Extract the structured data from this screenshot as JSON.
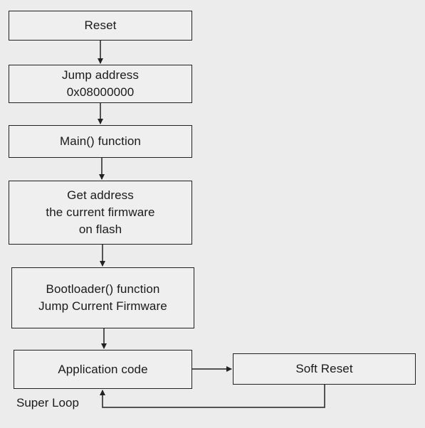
{
  "nodes": {
    "reset": {
      "lines": [
        "Reset"
      ]
    },
    "jump_address": {
      "lines": [
        "Jump address",
        "0x08000000"
      ]
    },
    "main_function": {
      "lines": [
        "Main() function"
      ]
    },
    "get_address": {
      "lines": [
        "Get address",
        "the current firmware",
        "on flash"
      ]
    },
    "bootloader": {
      "lines": [
        "Bootloader() function",
        "Jump Current Firmware"
      ]
    },
    "application_code": {
      "lines": [
        "Application code"
      ]
    },
    "soft_reset": {
      "lines": [
        "Soft Reset"
      ]
    }
  },
  "loop_label": "Super Loop",
  "colors": {
    "background": "#ececec",
    "box_fill": "#efefef",
    "stroke": "#222222"
  }
}
